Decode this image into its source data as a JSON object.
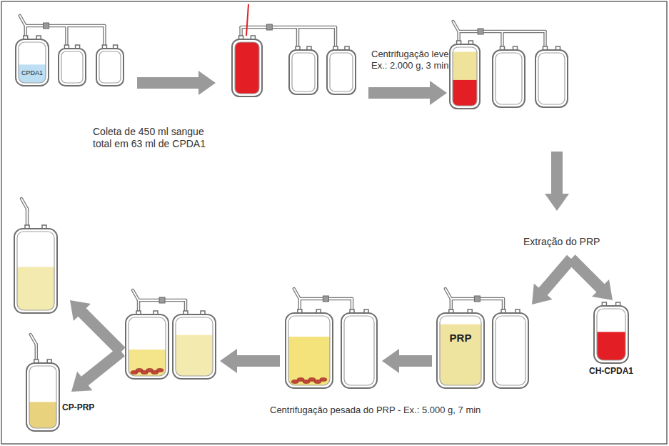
{
  "diagram": {
    "nodes": [
      {
        "text": [
          "CPDA1"
        ]
      },
      {
        "text": [
          "PRP"
        ]
      },
      {
        "text": [
          "CH-CPDA1"
        ]
      },
      {
        "text": [
          "CP-PRP"
        ]
      }
    ],
    "labels": [
      "Coleta de 450 ml sangue total em 63 ml de CPDA1",
      "Centrifugação leve Ex.: 2.000 g, 3 min",
      "Extração do PRP",
      "Centrifugação pesada do PRP - Ex.: 5.000 g, 7 min"
    ]
  }
}
